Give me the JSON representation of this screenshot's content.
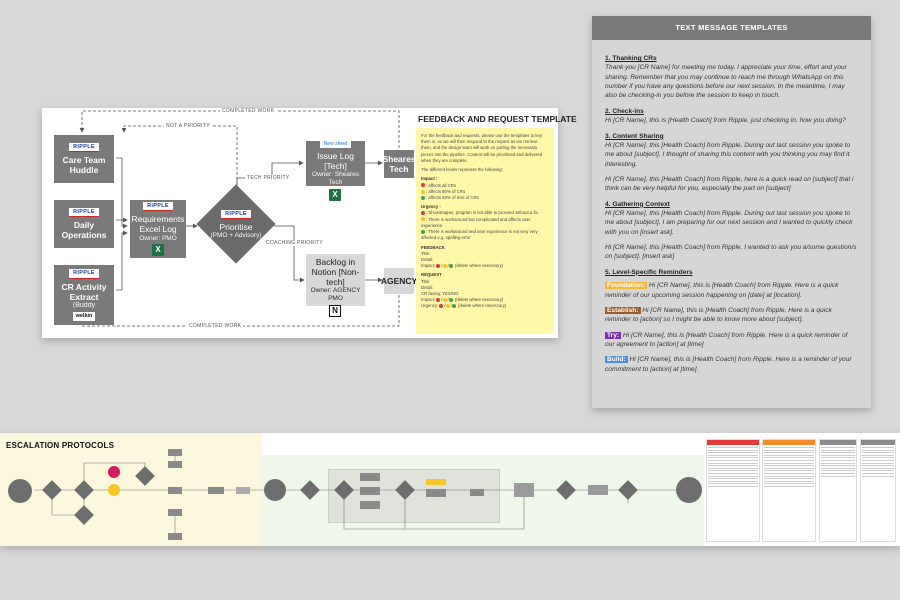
{
  "feedback_card": {
    "title": "FEEDBACK AND REQUEST TEMPLATE",
    "edge_labels": {
      "completed_work_top": "COMPLETED WORK",
      "not_a_priority": "NOT A PRIORITY",
      "tech_priority": "TECH PRIORITY",
      "coaching_priority": "COACHING PRIORITY",
      "completed_work_bottom": "COMPLETED WORK"
    },
    "nodes": {
      "care_team_huddle": {
        "logo": "RIPPLE",
        "title": "Care Team Huddle"
      },
      "daily_operations": {
        "logo": "RIPPLE",
        "title": "Daily Operations"
      },
      "cr_activity_extract": {
        "logo": "RIPPLE",
        "title": "CR Activity Extract",
        "sub": "(Buddy",
        "brand": "welkin"
      },
      "requirements_log": {
        "logo": "RIPPLE",
        "title": "Requirements Excel Log",
        "sub": "Owner: PMO"
      },
      "prioritise": {
        "logo": "RIPPLE",
        "title": "Prioritise",
        "sub": "(PMO + Advisory)"
      },
      "issue_log": {
        "badge": "New sheet",
        "title": "Issue Log [Tech]",
        "sub": "Owner: Sheares Tech"
      },
      "sheares_tech": {
        "title": "Sheares Tech"
      },
      "backlog": {
        "title": "Backlog in Notion [Non-tech]",
        "sub": "Owner: AGENCY PMO"
      },
      "agency": {
        "title": "AGENCY"
      }
    },
    "panel": {
      "intro": "For the feedback and requests, please use the templates to key them in, so we will then respond to the request as we retrieve them, and the design team will work on putting the necessary pieces into the pipeline. Content will be prioritised and delivered when they are complete.",
      "levels_intro": "The different levels represent the following:",
      "impact_label": "Impact :",
      "impact": [
        ": affects all CRs",
        ": affects 80% of CRs",
        ": affects 50% of less of CRs"
      ],
      "urgency_label": "Urgency :",
      "urgency": [
        ": Showstopper, program is not able to proceed without a fix.",
        ": There is workaround but complicated and affects user experience.",
        ": There is workaround and user experience is not very very affected e.g. spelling error"
      ],
      "feedback_label": "FEEDBACK",
      "feedback_fields": [
        "Title:",
        "Detail:"
      ],
      "feedback_impact": "Impact:",
      "delete_note": "(delete where necessary)",
      "request_label": "REQUEST",
      "request_fields": [
        "Title:",
        "Detail:",
        "CR facing: YES/NO"
      ],
      "request_impact": "Impact:",
      "request_urgency": "Urgency:"
    },
    "colors": {
      "node": "#7a7a7a",
      "panel": "#fff8a8",
      "red": "#e53935",
      "amber": "#fbc02d",
      "green": "#43a047"
    }
  },
  "templates_card": {
    "title": "TEXT MESSAGE TEMPLATES",
    "sections": [
      {
        "title": "1. Thanking CRs",
        "messages": [
          "Thank you [CR Name] for meeting me today. I appreciate your time, effort and your sharing. Remember that you may continue to reach me through WhatsApp on this number if you have any questions before our next session.  In the meantime, I may also be checking-in you before the session to keep in touch."
        ]
      },
      {
        "title": "2. Check-ins",
        "messages": [
          "Hi [CR Name], this is [Health Coach] from Ripple, just checking in, how you doing?"
        ]
      },
      {
        "title": "3. Content Sharing",
        "messages": [
          "Hi [CR Name], this [Health Coach] from Ripple. During out last session you spoke to me about [subject], I thought of sharing this content with you thinking you may find it interesting.",
          "Hi [CR Name], this [Health Coach] from Ripple, here is a quick read on [subject] that i think can be very helpful for you, especially the part on [subject]"
        ]
      },
      {
        "title": "4. Gathering Context",
        "messages": [
          "Hi [CR Name], this [Health Coach] from Ripple. During out last session you spoke to me about [subject], I am preparing for our next session and I wanted to quickly check with you on [insert ask].",
          "Hi [CR Name], this [Health Coach] from Ripple. I wanted to ask you a/some question/s on [subject]. [insert ask]"
        ]
      },
      {
        "title": "5. Level-Specific Reminders",
        "messages": []
      }
    ],
    "level_reminders": [
      {
        "tag": "Foundation:",
        "color": "#f5b73b",
        "text": " Hi [CR Name], this is [Health Coach] from Ripple. Here is a quick reminder of our upcoming session happening on [date] at [location]."
      },
      {
        "tag": "Establish:",
        "color": "#9c5b26",
        "text": " Hi [CR Name], this is [Health Coach] from Ripple. Here is a quick reminder to [action] so I might be able to know more about [subject]."
      },
      {
        "tag": "Try:",
        "color": "#7b2fa6",
        "text": " Hi [CR Name], this is [Health Coach] from Ripple. Here is a quick reminder of our agreement to [action] at [time]"
      },
      {
        "tag": "Build:",
        "color": "#4a90d9",
        "text": " Hi [CR Name], this is [Health Coach] from Ripple. Here is a reminder of your commitment to [action] at [time]."
      }
    ]
  },
  "escalation_card": {
    "title": "ESCALATION PROTOCOLS",
    "colors": {
      "zone_yellow": "#fbf8dd",
      "zone_green": "#eef7ea",
      "node": "#6d6d6d",
      "alert_red": "#d81b60",
      "alert_amber": "#f9c623",
      "col_red": "#e53935",
      "col_orange": "#f28c28"
    }
  }
}
